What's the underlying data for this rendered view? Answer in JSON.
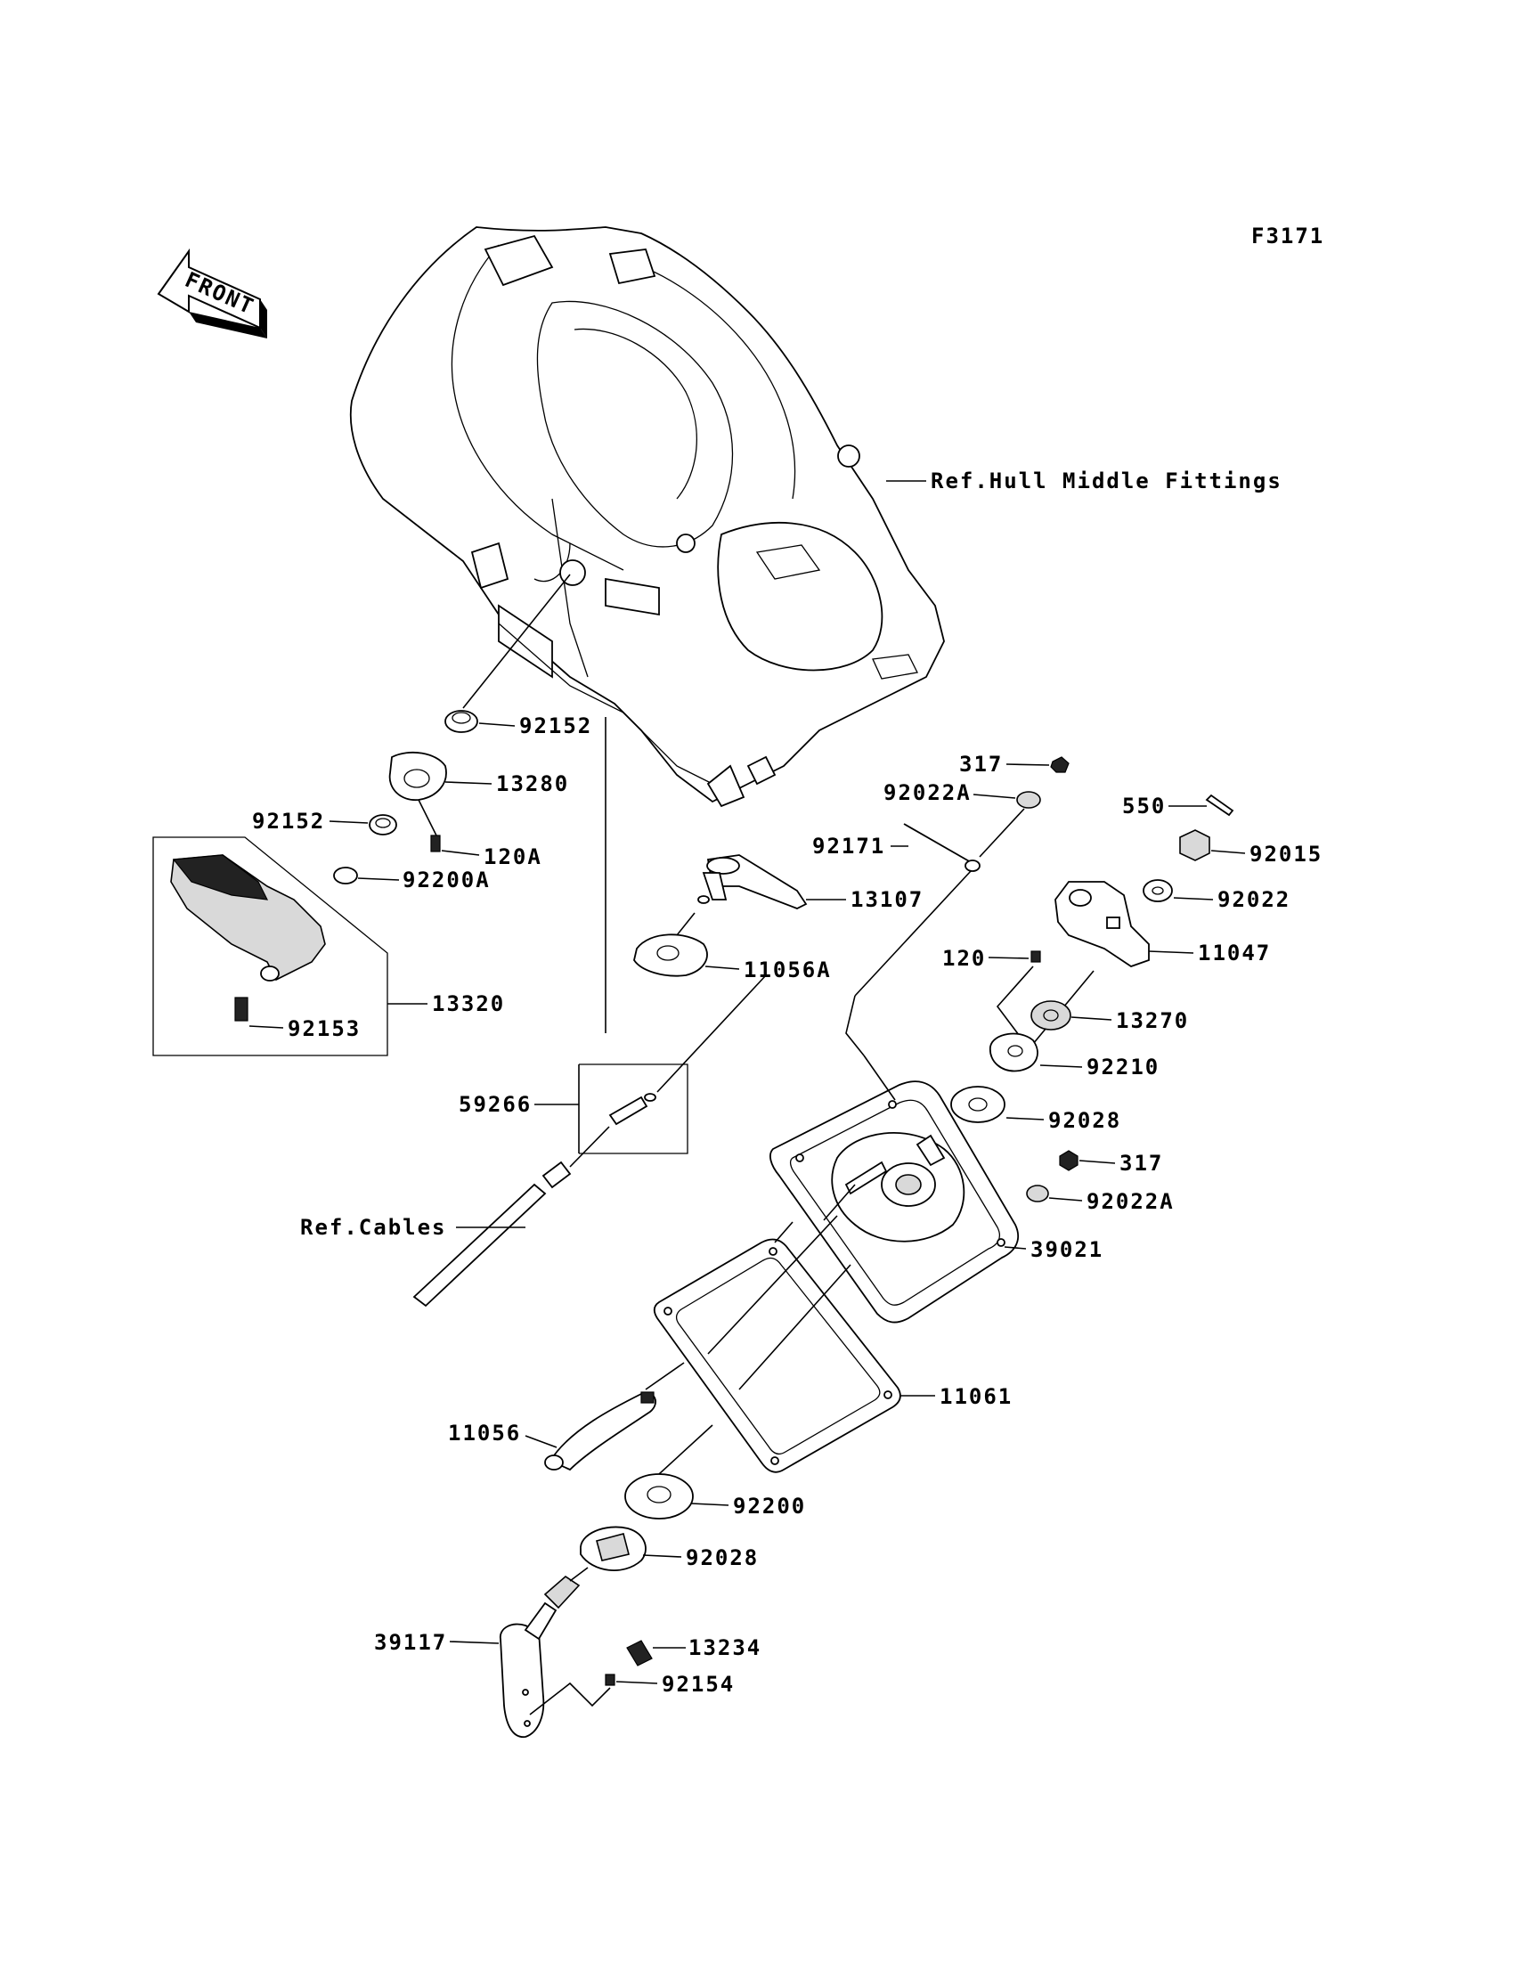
{
  "figure_code": "F3171",
  "front_arrow_label": "FRONT",
  "reference_labels": {
    "hull": "Ref.Hull Middle Fittings",
    "cables": "Ref.Cables"
  },
  "callouts": {
    "c92152_top": "92152",
    "c13280": "13280",
    "c92152_left": "92152",
    "c120A": "120A",
    "c92200A": "92200A",
    "c13320": "13320",
    "c92153": "92153",
    "c317_top": "317",
    "c92022A_top": "92022A",
    "c92171": "92171",
    "c550": "550",
    "c92015": "92015",
    "c13107": "13107",
    "c92022": "92022",
    "c11056A": "11056A",
    "c11047": "11047",
    "c120": "120",
    "c13270": "13270",
    "c92210": "92210",
    "c59266": "59266",
    "c92028_top": "92028",
    "c317_mid": "317",
    "c92022A_mid": "92022A",
    "c39021": "39021",
    "c11061": "11061",
    "c11056": "11056",
    "c92200": "92200",
    "c92028_low": "92028",
    "c39117": "39117",
    "c13234": "13234",
    "c92154": "92154"
  }
}
